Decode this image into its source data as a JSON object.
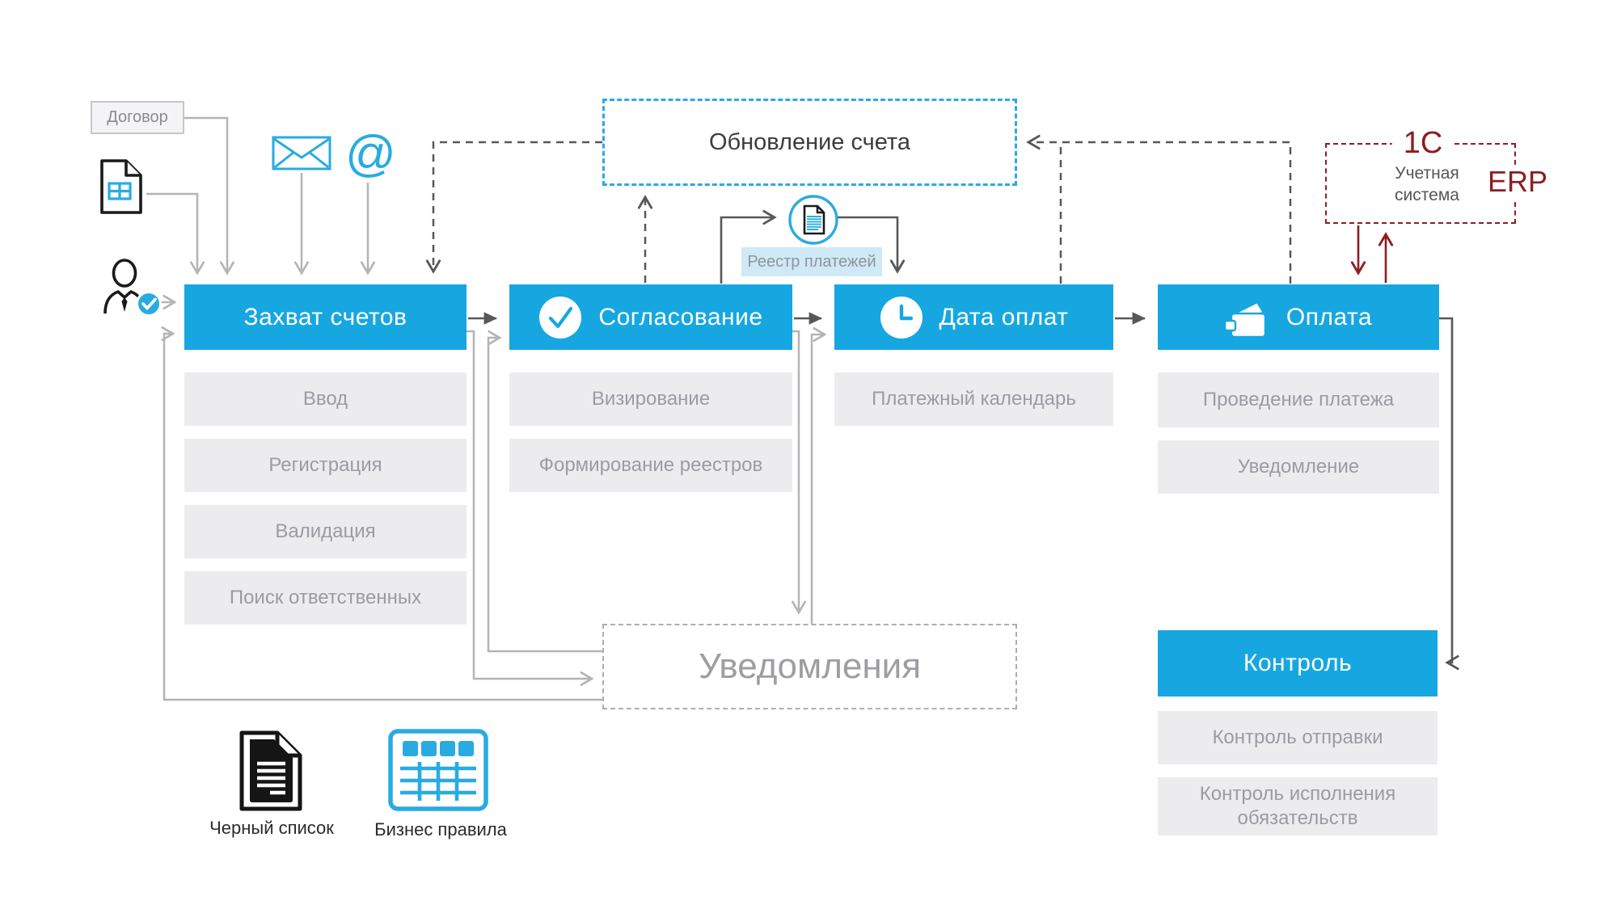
{
  "colors": {
    "accent_blue": "#17a7e0",
    "icon_blue": "#29abe2",
    "maroon": "#8c1d22",
    "subitem_gray": "#ececef",
    "line_gray": "#b4b4b6",
    "line_dark": "#58585a"
  },
  "inputs": {
    "contract_label": "Договор",
    "at_symbol": "@"
  },
  "icons": [
    "invoice-document-icon",
    "email-icon",
    "at-icon",
    "person-with-check-icon",
    "check-icon",
    "clock-icon",
    "wallet-icon",
    "payment-registry-icon",
    "blacklist-document-icon",
    "business-rules-table-icon"
  ],
  "update_box": {
    "label": "Обновление счета"
  },
  "registry": {
    "label": "Реестр платежей"
  },
  "erp": {
    "title": "1С",
    "system_label": "Учетная система",
    "badge": "ERP"
  },
  "stages": [
    {
      "id": "capture",
      "title": "Захват счетов",
      "items": [
        "Ввод",
        "Регистрация",
        "Валидация",
        "Поиск ответственных"
      ]
    },
    {
      "id": "approval",
      "title": "Согласование",
      "items": [
        "Визирование",
        "Формирование реестров"
      ]
    },
    {
      "id": "payment-date",
      "title": "Дата оплат",
      "items": [
        "Платежный календарь"
      ]
    },
    {
      "id": "payment",
      "title": "Оплата",
      "items": [
        "Проведение платежа",
        "Уведомление"
      ]
    }
  ],
  "notifications": {
    "label": "Уведомления"
  },
  "control": {
    "title": "Контроль",
    "items": [
      "Контроль отправки",
      "Контроль исполнения обязательств"
    ]
  },
  "legend": {
    "blacklist_label": "Черный список",
    "rules_label": "Бизнес правила"
  }
}
